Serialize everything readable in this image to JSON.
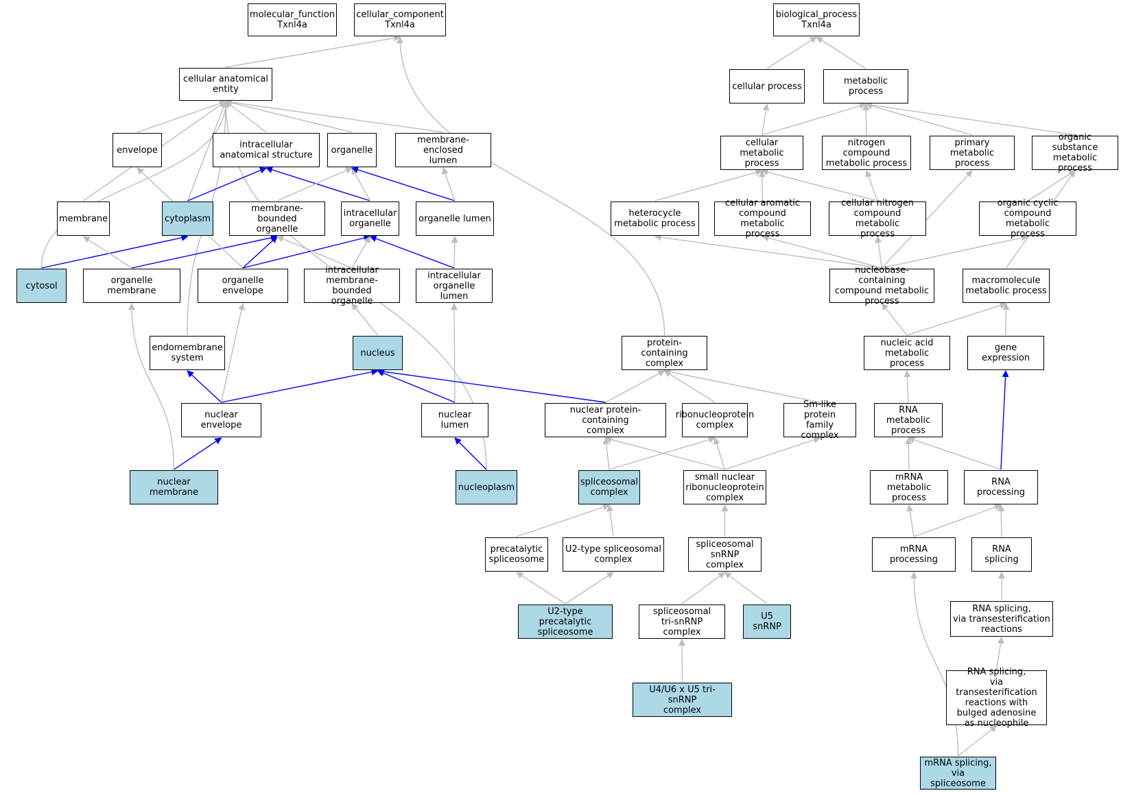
{
  "colors": {
    "highlight": "#add8e6",
    "edge_gray": "#bdbdbd",
    "edge_blue": "#0000ff",
    "border": "#000000"
  },
  "nodes": {
    "mf_root": {
      "label": "molecular_function\nTxnl4a"
    },
    "cc_root": {
      "label": "cellular_component\nTxnl4a"
    },
    "bp_root": {
      "label": "biological_process\nTxnl4a"
    },
    "cell_anat": {
      "label": "cellular anatomical\nentity"
    },
    "envelope": {
      "label": "envelope"
    },
    "intra_anat": {
      "label": "intracellular\nanatomical structure"
    },
    "organelle": {
      "label": "organelle"
    },
    "mem_encl_lumen": {
      "label": "membrane-enclosed\nlumen"
    },
    "membrane": {
      "label": "membrane"
    },
    "cytoplasm": {
      "label": "cytoplasm",
      "highlighted": true
    },
    "mem_bound_org": {
      "label": "membrane-bounded\norganelle"
    },
    "intra_org": {
      "label": "intracellular\norganelle"
    },
    "org_lumen": {
      "label": "organelle lumen"
    },
    "cytosol": {
      "label": "cytosol",
      "highlighted": true
    },
    "org_membrane": {
      "label": "organelle membrane"
    },
    "org_envelope": {
      "label": "organelle envelope"
    },
    "intra_mem_bound_org": {
      "label": "intracellular\nmembrane-bounded\norganelle"
    },
    "intra_org_lumen": {
      "label": "intracellular\norganelle lumen"
    },
    "endomembrane": {
      "label": "endomembrane\nsystem"
    },
    "nucleus": {
      "label": "nucleus",
      "highlighted": true
    },
    "nuc_envelope": {
      "label": "nuclear envelope"
    },
    "nuc_lumen": {
      "label": "nuclear lumen"
    },
    "nuc_membrane": {
      "label": "nuclear membrane",
      "highlighted": true
    },
    "nucleoplasm": {
      "label": "nucleoplasm",
      "highlighted": true
    },
    "prot_complex": {
      "label": "protein-containing\ncomplex"
    },
    "nuc_prot_complex": {
      "label": "nuclear protein-containing\ncomplex"
    },
    "rnp_complex": {
      "label": "ribonucleoprotein\ncomplex"
    },
    "sm_like": {
      "label": "Sm-like protein\nfamily complex"
    },
    "spliceosomal": {
      "label": "spliceosomal\ncomplex",
      "highlighted": true
    },
    "snrnp": {
      "label": "small nuclear\nribonucleoprotein\ncomplex"
    },
    "precat": {
      "label": "precatalytic\nspliceosome"
    },
    "u2type": {
      "label": "U2-type spliceosomal\ncomplex"
    },
    "spl_snrnp": {
      "label": "spliceosomal\nsnRNP complex"
    },
    "u2precat": {
      "label": "U2-type precatalytic\nspliceosome",
      "highlighted": true
    },
    "tri_snrnp": {
      "label": "spliceosomal\ntri-snRNP complex"
    },
    "u5": {
      "label": "U5 snRNP",
      "highlighted": true
    },
    "u4u6u5": {
      "label": "U4/U6 x U5 tri-snRNP\ncomplex",
      "highlighted": true
    },
    "cell_proc": {
      "label": "cellular process"
    },
    "met_proc": {
      "label": "metabolic process"
    },
    "cell_met": {
      "label": "cellular metabolic\nprocess"
    },
    "nitro_met": {
      "label": "nitrogen compound\nmetabolic process"
    },
    "prim_met": {
      "label": "primary metabolic\nprocess"
    },
    "org_sub_met": {
      "label": "organic substance\nmetabolic process"
    },
    "hetero_met": {
      "label": "heterocycle\nmetabolic process"
    },
    "cell_arom": {
      "label": "cellular aromatic\ncompound metabolic\nprocess"
    },
    "cell_nitro": {
      "label": "cellular nitrogen\ncompound metabolic\nprocess"
    },
    "org_cyc": {
      "label": "organic cyclic\ncompound metabolic\nprocess"
    },
    "nucbase": {
      "label": "nucleobase-containing\ncompound metabolic\nprocess"
    },
    "macromol": {
      "label": "macromolecule\nmetabolic process"
    },
    "nuc_acid": {
      "label": "nucleic acid\nmetabolic process"
    },
    "gene_expr": {
      "label": "gene expression"
    },
    "rna_met": {
      "label": "RNA metabolic\nprocess"
    },
    "mrna_met": {
      "label": "mRNA metabolic\nprocess"
    },
    "rna_proc": {
      "label": "RNA processing"
    },
    "mrna_proc": {
      "label": "mRNA processing"
    },
    "rna_splicing": {
      "label": "RNA splicing"
    },
    "rna_spl_trans": {
      "label": "RNA splicing,\nvia transesterification\nreactions"
    },
    "rna_spl_bulged": {
      "label": "RNA splicing,\nvia transesterification\nreactions with\nbulged adenosine\nas nucleophile"
    },
    "mrna_spl": {
      "label": "mRNA splicing,\nvia spliceosome",
      "highlighted": true
    }
  },
  "edges": [
    {
      "from": "cell_anat",
      "to": "cc_root",
      "kind": "is_a"
    },
    {
      "from": "prot_complex",
      "to": "cc_root",
      "kind": "is_a"
    },
    {
      "from": "envelope",
      "to": "cell_anat",
      "kind": "is_a"
    },
    {
      "from": "intra_anat",
      "to": "cell_anat",
      "kind": "is_a"
    },
    {
      "from": "organelle",
      "to": "cell_anat",
      "kind": "is_a"
    },
    {
      "from": "mem_encl_lumen",
      "to": "cell_anat",
      "kind": "is_a"
    },
    {
      "from": "membrane",
      "to": "cell_anat",
      "kind": "is_a"
    },
    {
      "from": "cytoplasm",
      "to": "cell_anat",
      "kind": "is_a"
    },
    {
      "from": "cytosol",
      "to": "cell_anat",
      "kind": "is_a"
    },
    {
      "from": "endomembrane",
      "to": "cell_anat",
      "kind": "is_a"
    },
    {
      "from": "nucleoplasm",
      "to": "cell_anat",
      "kind": "is_a"
    },
    {
      "from": "cytoplasm",
      "to": "intra_anat",
      "kind": "part_of"
    },
    {
      "from": "intra_org",
      "to": "intra_anat",
      "kind": "part_of"
    },
    {
      "from": "mem_bound_org",
      "to": "organelle",
      "kind": "is_a"
    },
    {
      "from": "intra_org",
      "to": "organelle",
      "kind": "is_a"
    },
    {
      "from": "org_lumen",
      "to": "organelle",
      "kind": "part_of"
    },
    {
      "from": "org_lumen",
      "to": "mem_encl_lumen",
      "kind": "is_a"
    },
    {
      "from": "cytosol",
      "to": "cytoplasm",
      "kind": "part_of"
    },
    {
      "from": "org_membrane",
      "to": "membrane",
      "kind": "is_a"
    },
    {
      "from": "org_membrane",
      "to": "mem_bound_org",
      "kind": "part_of"
    },
    {
      "from": "org_envelope",
      "to": "envelope",
      "kind": "is_a"
    },
    {
      "from": "org_envelope",
      "to": "mem_bound_org",
      "kind": "part_of"
    },
    {
      "from": "org_envelope",
      "to": "intra_org",
      "kind": "part_of"
    },
    {
      "from": "intra_mem_bound_org",
      "to": "mem_bound_org",
      "kind": "is_a"
    },
    {
      "from": "intra_mem_bound_org",
      "to": "intra_org",
      "kind": "is_a"
    },
    {
      "from": "intra_org_lumen",
      "to": "org_lumen",
      "kind": "is_a"
    },
    {
      "from": "intra_org_lumen",
      "to": "intra_org",
      "kind": "part_of"
    },
    {
      "from": "nucleus",
      "to": "intra_mem_bound_org",
      "kind": "is_a"
    },
    {
      "from": "nuc_envelope",
      "to": "endomembrane",
      "kind": "part_of"
    },
    {
      "from": "nuc_envelope",
      "to": "org_envelope",
      "kind": "is_a"
    },
    {
      "from": "nuc_envelope",
      "to": "nucleus",
      "kind": "part_of"
    },
    {
      "from": "nuc_lumen",
      "to": "intra_org_lumen",
      "kind": "is_a"
    },
    {
      "from": "nuc_lumen",
      "to": "nucleus",
      "kind": "part_of"
    },
    {
      "from": "nuc_prot_complex",
      "to": "nucleus",
      "kind": "part_of"
    },
    {
      "from": "nuc_membrane",
      "to": "org_membrane",
      "kind": "is_a"
    },
    {
      "from": "nuc_membrane",
      "to": "nuc_envelope",
      "kind": "part_of"
    },
    {
      "from": "nucleoplasm",
      "to": "nuc_lumen",
      "kind": "part_of"
    },
    {
      "from": "nuc_prot_complex",
      "to": "prot_complex",
      "kind": "is_a"
    },
    {
      "from": "rnp_complex",
      "to": "prot_complex",
      "kind": "is_a"
    },
    {
      "from": "sm_like",
      "to": "prot_complex",
      "kind": "is_a"
    },
    {
      "from": "spliceosomal",
      "to": "nuc_prot_complex",
      "kind": "is_a"
    },
    {
      "from": "spliceosomal",
      "to": "rnp_complex",
      "kind": "is_a"
    },
    {
      "from": "snrnp",
      "to": "nuc_prot_complex",
      "kind": "is_a"
    },
    {
      "from": "snrnp",
      "to": "rnp_complex",
      "kind": "is_a"
    },
    {
      "from": "snrnp",
      "to": "sm_like",
      "kind": "is_a"
    },
    {
      "from": "precat",
      "to": "spliceosomal",
      "kind": "is_a"
    },
    {
      "from": "u2type",
      "to": "spliceosomal",
      "kind": "is_a"
    },
    {
      "from": "spl_snrnp",
      "to": "snrnp",
      "kind": "is_a"
    },
    {
      "from": "u2precat",
      "to": "precat",
      "kind": "is_a"
    },
    {
      "from": "u2precat",
      "to": "u2type",
      "kind": "is_a"
    },
    {
      "from": "tri_snrnp",
      "to": "spl_snrnp",
      "kind": "is_a"
    },
    {
      "from": "u5",
      "to": "spl_snrnp",
      "kind": "is_a"
    },
    {
      "from": "u4u6u5",
      "to": "tri_snrnp",
      "kind": "is_a"
    },
    {
      "from": "cell_proc",
      "to": "bp_root",
      "kind": "is_a"
    },
    {
      "from": "met_proc",
      "to": "bp_root",
      "kind": "is_a"
    },
    {
      "from": "cell_met",
      "to": "cell_proc",
      "kind": "is_a"
    },
    {
      "from": "cell_met",
      "to": "met_proc",
      "kind": "is_a"
    },
    {
      "from": "nitro_met",
      "to": "met_proc",
      "kind": "is_a"
    },
    {
      "from": "prim_met",
      "to": "met_proc",
      "kind": "is_a"
    },
    {
      "from": "org_sub_met",
      "to": "met_proc",
      "kind": "is_a"
    },
    {
      "from": "hetero_met",
      "to": "cell_met",
      "kind": "is_a"
    },
    {
      "from": "cell_arom",
      "to": "cell_met",
      "kind": "is_a"
    },
    {
      "from": "cell_nitro",
      "to": "cell_met",
      "kind": "is_a"
    },
    {
      "from": "cell_nitro",
      "to": "nitro_met",
      "kind": "is_a"
    },
    {
      "from": "org_cyc",
      "to": "org_sub_met",
      "kind": "is_a"
    },
    {
      "from": "nucbase",
      "to": "hetero_met",
      "kind": "is_a"
    },
    {
      "from": "nucbase",
      "to": "cell_arom",
      "kind": "is_a"
    },
    {
      "from": "nucbase",
      "to": "cell_nitro",
      "kind": "is_a"
    },
    {
      "from": "nucbase",
      "to": "prim_met",
      "kind": "is_a"
    },
    {
      "from": "nucbase",
      "to": "org_cyc",
      "kind": "is_a"
    },
    {
      "from": "macromol",
      "to": "org_sub_met",
      "kind": "is_a"
    },
    {
      "from": "nuc_acid",
      "to": "nucbase",
      "kind": "is_a"
    },
    {
      "from": "nuc_acid",
      "to": "macromol",
      "kind": "is_a"
    },
    {
      "from": "gene_expr",
      "to": "macromol",
      "kind": "is_a"
    },
    {
      "from": "rna_met",
      "to": "nuc_acid",
      "kind": "is_a"
    },
    {
      "from": "mrna_met",
      "to": "rna_met",
      "kind": "is_a"
    },
    {
      "from": "rna_proc",
      "to": "rna_met",
      "kind": "is_a"
    },
    {
      "from": "rna_proc",
      "to": "gene_expr",
      "kind": "part_of"
    },
    {
      "from": "mrna_proc",
      "to": "mrna_met",
      "kind": "is_a"
    },
    {
      "from": "mrna_proc",
      "to": "rna_proc",
      "kind": "is_a"
    },
    {
      "from": "rna_splicing",
      "to": "rna_proc",
      "kind": "is_a"
    },
    {
      "from": "rna_spl_trans",
      "to": "rna_splicing",
      "kind": "is_a"
    },
    {
      "from": "rna_spl_bulged",
      "to": "rna_spl_trans",
      "kind": "is_a"
    },
    {
      "from": "mrna_spl",
      "to": "rna_spl_bulged",
      "kind": "is_a"
    },
    {
      "from": "mrna_spl",
      "to": "mrna_proc",
      "kind": "is_a"
    }
  ]
}
